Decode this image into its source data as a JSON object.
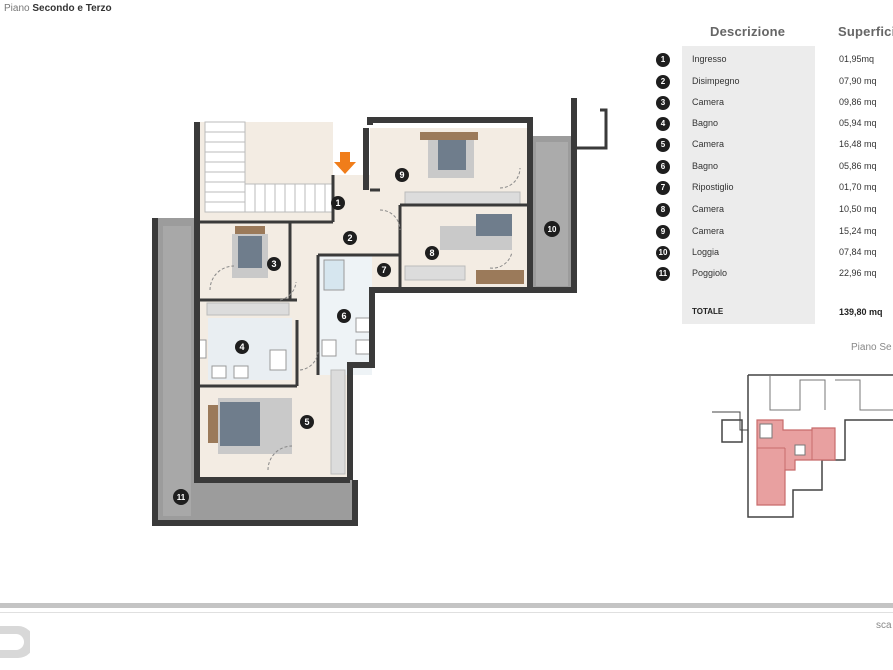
{
  "page_title": {
    "prefix": "Piano ",
    "bold": "Secondo e Terzo"
  },
  "legend": {
    "header_description": "Descrizione",
    "header_area": "Superfici",
    "rows": [
      {
        "num": "1",
        "desc": "Ingresso",
        "area": "01,95mq"
      },
      {
        "num": "2",
        "desc": "Disimpegno",
        "area": "07,90 mq"
      },
      {
        "num": "3",
        "desc": "Camera",
        "area": "09,86 mq"
      },
      {
        "num": "4",
        "desc": "Bagno",
        "area": "05,94 mq"
      },
      {
        "num": "5",
        "desc": "Camera",
        "area": "16,48 mq"
      },
      {
        "num": "6",
        "desc": "Bagno",
        "area": "05,86 mq"
      },
      {
        "num": "7",
        "desc": "Ripostiglio",
        "area": "01,70 mq"
      },
      {
        "num": "8",
        "desc": "Camera",
        "area": "10,50 mq"
      },
      {
        "num": "9",
        "desc": "Camera",
        "area": "15,24 mq"
      },
      {
        "num": "10",
        "desc": "Loggia",
        "area": "07,84 mq"
      },
      {
        "num": "11",
        "desc": "Poggiolo",
        "area": "22,96 mq"
      }
    ],
    "total_label": "TOTALE",
    "total_area": "139,80 mq"
  },
  "location_label": "Piano Se",
  "scale_label": "sca",
  "rooms": [
    "1",
    "2",
    "3",
    "4",
    "5",
    "6",
    "7",
    "8",
    "9",
    "10",
    "11"
  ],
  "colors": {
    "wall": "#3a3a3a",
    "floor": "#f3ece3",
    "terrace": "#9a9a9a",
    "legend_panel": "#ececec",
    "entrance_arrow": "#f07d1a",
    "highlight": "#e8a0a0"
  }
}
